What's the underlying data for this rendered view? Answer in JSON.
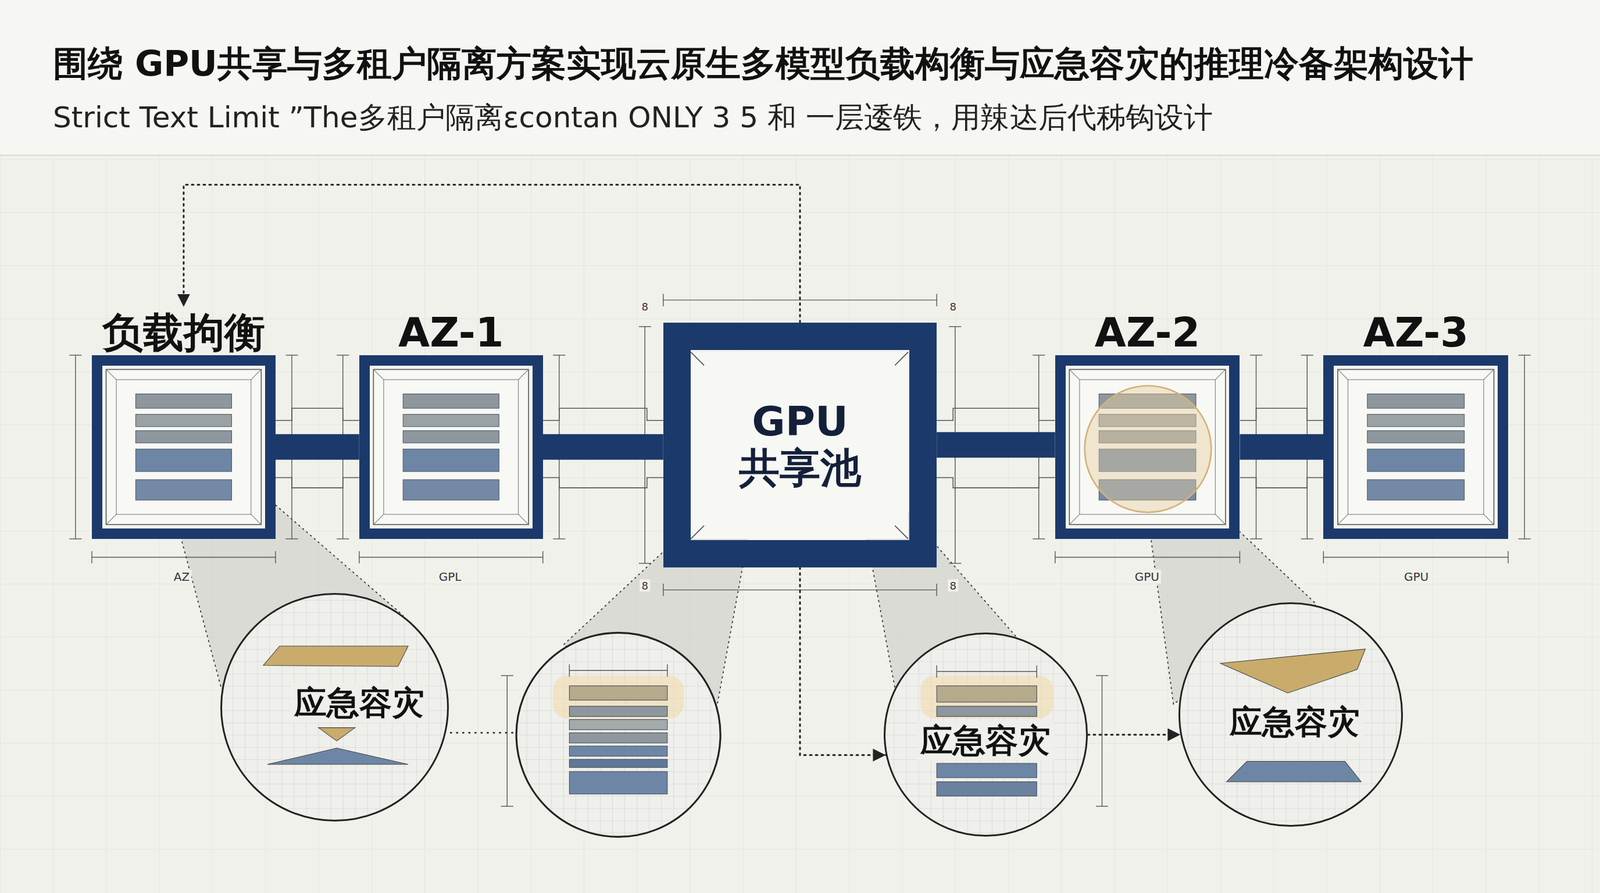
{
  "diagram": {
    "title": "围绕 GPU共享与多租户隔离方案实现云原生多模型负载构衡与应急容灾的推理冷备架构设计",
    "caption": "Strict Text Limit ”The多租户隔离εcontan ONLY 3 5 和 一层逶铁，用辣迏后代秭钩设计",
    "nodes": [
      {
        "text": [
          "负载拘衡"
        ]
      },
      {
        "text": [
          "AZ-1"
        ]
      },
      {
        "text": [
          "GPU 共享池"
        ]
      },
      {
        "text": [
          "AZ-2"
        ]
      },
      {
        "text": [
          "AZ-3"
        ]
      },
      {
        "text": [
          "应急容灾"
        ]
      },
      {
        "text": [
          "应急容灾"
        ]
      },
      {
        "text": [
          "应急容灾"
        ]
      }
    ],
    "edges": [
      {
        "from": 0,
        "to": 1,
        "arrow": "none"
      },
      {
        "from": 1,
        "to": 2,
        "arrow": "none"
      },
      {
        "from": 2,
        "to": 3,
        "arrow": "none"
      },
      {
        "from": 3,
        "to": 4,
        "arrow": "none"
      },
      {
        "from": 2,
        "to": 0,
        "arrow": "to"
      },
      {
        "from": 2,
        "to": 6,
        "arrow": "to"
      },
      {
        "from": 6,
        "to": 7,
        "arrow": "to"
      }
    ],
    "labels": [
      "AZ",
      "GPL",
      "GPU",
      "GPU",
      "8",
      "8",
      "8",
      "8"
    ]
  }
}
